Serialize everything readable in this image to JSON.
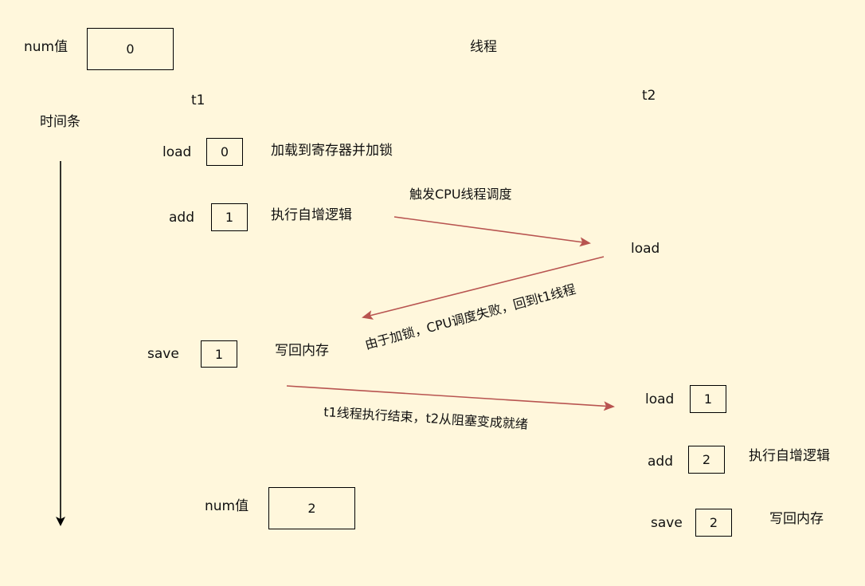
{
  "header": {
    "num_label": "num值",
    "num_value": "0",
    "threads_title": "线程",
    "timeline_label": "时间条"
  },
  "t1": {
    "name": "t1",
    "load_label": "load",
    "load_value": "0",
    "load_desc": "加载到寄存器并加锁",
    "add_label": "add",
    "add_value": "1",
    "add_desc": "执行自增逻辑",
    "save_label": "save",
    "save_value": "1",
    "save_desc": "写回内存"
  },
  "t2": {
    "name": "t2",
    "load_first_label": "load",
    "load_label": "load",
    "load_value": "1",
    "add_label": "add",
    "add_value": "2",
    "add_desc": "执行自增逻辑",
    "save_label": "save",
    "save_value": "2",
    "save_desc": "写回内存"
  },
  "arrows": {
    "color": "#b85450",
    "to_t2_label": "触发CPU线程调度",
    "back_to_t1_label": "由于加锁，CPU调度失败，回到t1线程",
    "t1_end_label": "t1线程执行结束，t2从阻塞变成就绪"
  },
  "footer": {
    "num_label": "num值",
    "num_value": "2"
  }
}
